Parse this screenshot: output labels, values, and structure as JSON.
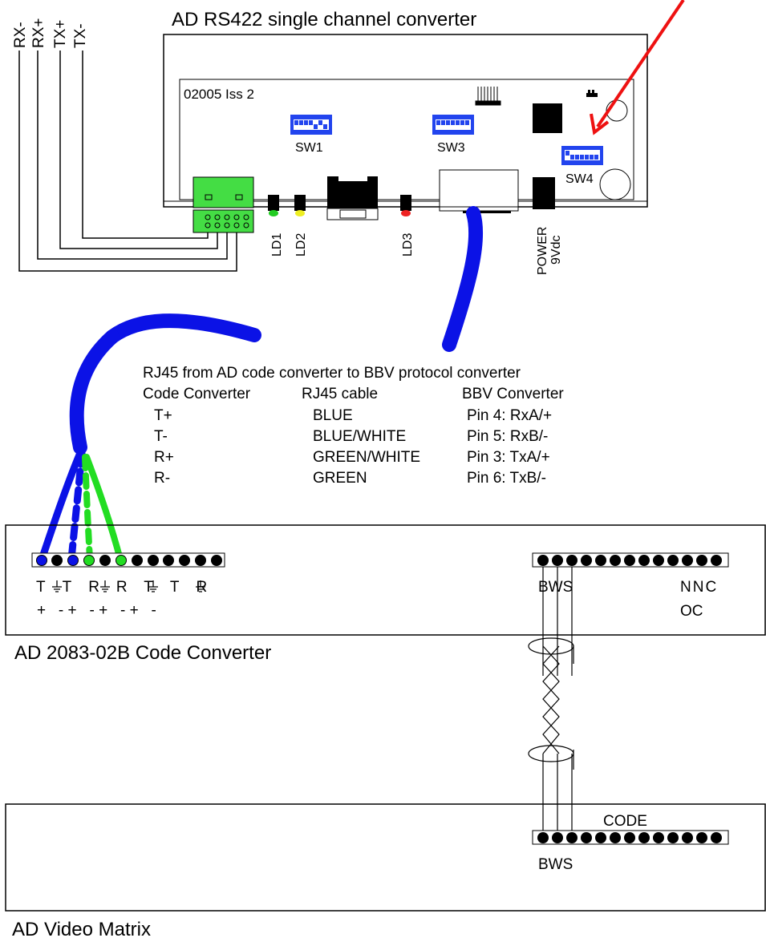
{
  "wire_labels": [
    "RX-",
    "RX+",
    "TX+",
    "TX-"
  ],
  "converter": {
    "title": "AD RS422 single channel converter",
    "pcb_label": "02005 Iss 2",
    "switches": [
      "SW1",
      "SW3",
      "SW4"
    ],
    "leds": [
      "LD1",
      "LD2",
      "LD3"
    ],
    "power_label": "POWER",
    "power_voltage": "9Vdc"
  },
  "colors": {
    "cable_blue": "#0b12e6",
    "wire_green": "#22dd22",
    "terminal_green": "#44dd44",
    "dip_blue": "#2244ee",
    "arrow_red": "#ee1111",
    "led_green": "#22cc22",
    "led_yellow": "#eeee22",
    "led_red": "#ee2222"
  },
  "cable_table": {
    "title": "RJ45 from AD code converter to BBV protocol converter",
    "headers": [
      "Code Converter",
      "RJ45 cable",
      "BBV Converter"
    ],
    "rows": [
      [
        "T+",
        "BLUE",
        "Pin 4: RxA/+"
      ],
      [
        "T-",
        "BLUE/WHITE",
        "Pin 5: RxB/-"
      ],
      [
        "R+",
        "GREEN/WHITE",
        "Pin 3: TxA/+"
      ],
      [
        "R-",
        "GREEN",
        "Pin 6: TxB/-"
      ]
    ]
  },
  "code_converter": {
    "caption": "AD 2083-02B Code Converter",
    "terminal_labels": "TTRRTTR",
    "terminal_polarity": "+   - +   - +   - +   -",
    "bws_label": "BWS",
    "nnc_label": "NNC",
    "oc_label": "OC"
  },
  "video_matrix": {
    "caption": "AD Video Matrix",
    "code_label": "CODE",
    "bws_label": "BWS"
  }
}
